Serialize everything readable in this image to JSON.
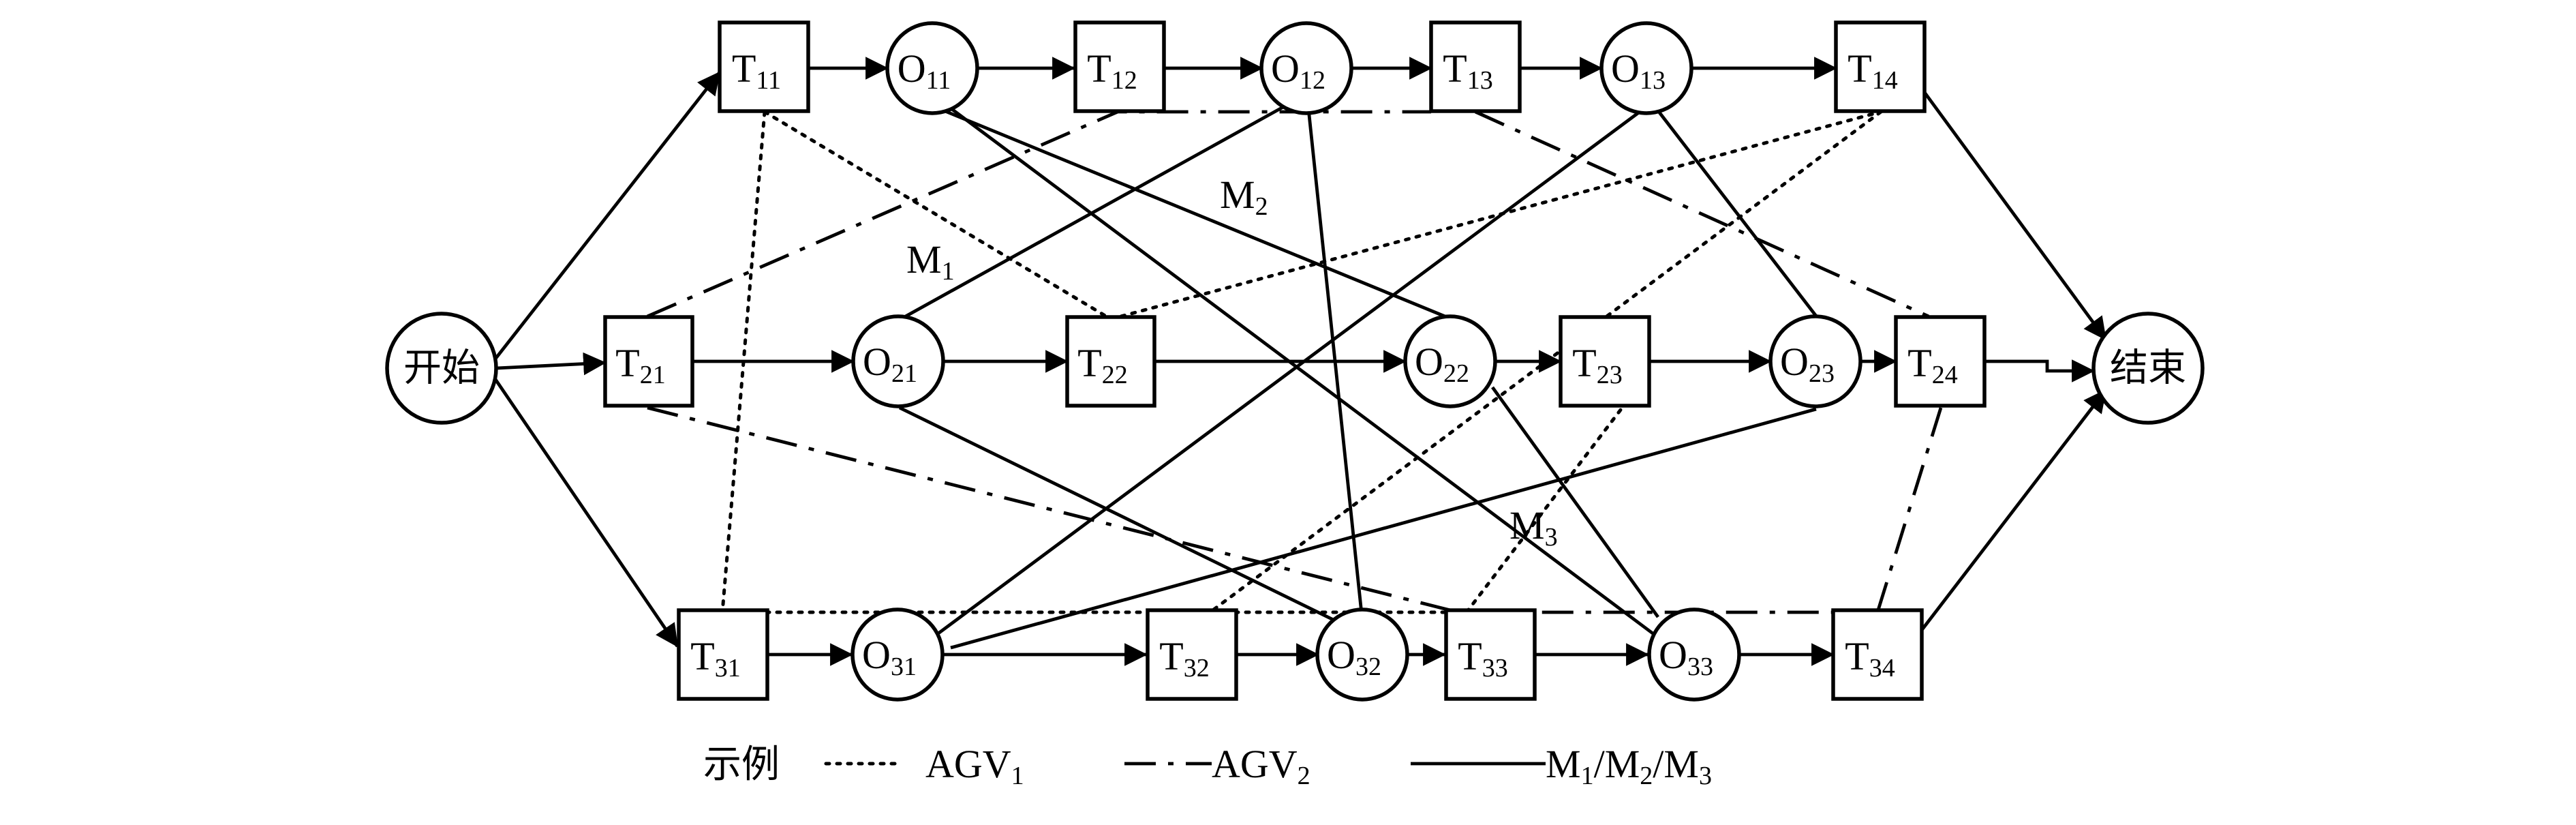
{
  "nodes": {
    "start": {
      "label": "开始"
    },
    "end": {
      "label": "结束"
    },
    "T11": {
      "main": "T",
      "sub": "11"
    },
    "O11": {
      "main": "O",
      "sub": "11"
    },
    "T12": {
      "main": "T",
      "sub": "12"
    },
    "O12": {
      "main": "O",
      "sub": "12"
    },
    "T13": {
      "main": "T",
      "sub": "13"
    },
    "O13": {
      "main": "O",
      "sub": "13"
    },
    "T14": {
      "main": "T",
      "sub": "14"
    },
    "T21": {
      "main": "T",
      "sub": "21"
    },
    "O21": {
      "main": "O",
      "sub": "21"
    },
    "T22": {
      "main": "T",
      "sub": "22"
    },
    "O22": {
      "main": "O",
      "sub": "22"
    },
    "T23": {
      "main": "T",
      "sub": "23"
    },
    "O23": {
      "main": "O",
      "sub": "23"
    },
    "T24": {
      "main": "T",
      "sub": "24"
    },
    "T31": {
      "main": "T",
      "sub": "31"
    },
    "O31": {
      "main": "O",
      "sub": "31"
    },
    "T32": {
      "main": "T",
      "sub": "32"
    },
    "O32": {
      "main": "O",
      "sub": "32"
    },
    "T33": {
      "main": "T",
      "sub": "33"
    },
    "O33": {
      "main": "O",
      "sub": "33"
    },
    "T34": {
      "main": "T",
      "sub": "34"
    }
  },
  "edge_labels": {
    "m1": {
      "main": "M",
      "sub": "1"
    },
    "m2": {
      "main": "M",
      "sub": "2"
    },
    "m3": {
      "main": "M",
      "sub": "3"
    }
  },
  "legend": {
    "title": "示例",
    "agv1": {
      "main": "AGV",
      "sub": "1"
    },
    "agv2": {
      "main": "AGV",
      "sub": "2"
    },
    "machines": {
      "m": "M",
      "s1": "1",
      "sep1": "/M",
      "s2": "2",
      "sep2": "/M",
      "s3": "3"
    }
  },
  "edges": {
    "process_flow": [
      [
        "start",
        "T11"
      ],
      [
        "start",
        "T21"
      ],
      [
        "start",
        "T31"
      ],
      [
        "T11",
        "O11"
      ],
      [
        "O11",
        "T12"
      ],
      [
        "T12",
        "O12"
      ],
      [
        "O12",
        "T13"
      ],
      [
        "T13",
        "O13"
      ],
      [
        "O13",
        "T14"
      ],
      [
        "T14",
        "end"
      ],
      [
        "T21",
        "O21"
      ],
      [
        "O21",
        "T22"
      ],
      [
        "T22",
        "O22"
      ],
      [
        "O22",
        "T23"
      ],
      [
        "T23",
        "O23"
      ],
      [
        "O23",
        "T24"
      ],
      [
        "T24",
        "end"
      ],
      [
        "T31",
        "O31"
      ],
      [
        "O31",
        "T32"
      ],
      [
        "T32",
        "O32"
      ],
      [
        "O32",
        "T33"
      ],
      [
        "T33",
        "O33"
      ],
      [
        "O33",
        "T34"
      ],
      [
        "T34",
        "end"
      ]
    ],
    "agv1": [
      [
        "T11",
        "T22"
      ],
      [
        "T22",
        "T14"
      ],
      [
        "T14",
        "T32"
      ],
      [
        "T11",
        "T31"
      ],
      [
        "T31",
        "T33"
      ],
      [
        "T33",
        "T23"
      ]
    ],
    "agv2": [
      [
        "T21",
        "T13"
      ],
      [
        "T13",
        "T24"
      ],
      [
        "T21",
        "T34"
      ],
      [
        "T34",
        "T24"
      ]
    ],
    "machines": [
      [
        "O21",
        "O12"
      ],
      [
        "O12",
        "O32"
      ],
      [
        "O11",
        "O22"
      ],
      [
        "O11",
        "O33"
      ],
      [
        "O13",
        "O23"
      ],
      [
        "O13",
        "O31"
      ],
      [
        "O31",
        "O23"
      ],
      [
        "O21",
        "O32"
      ],
      [
        "O22",
        "O33"
      ]
    ]
  }
}
